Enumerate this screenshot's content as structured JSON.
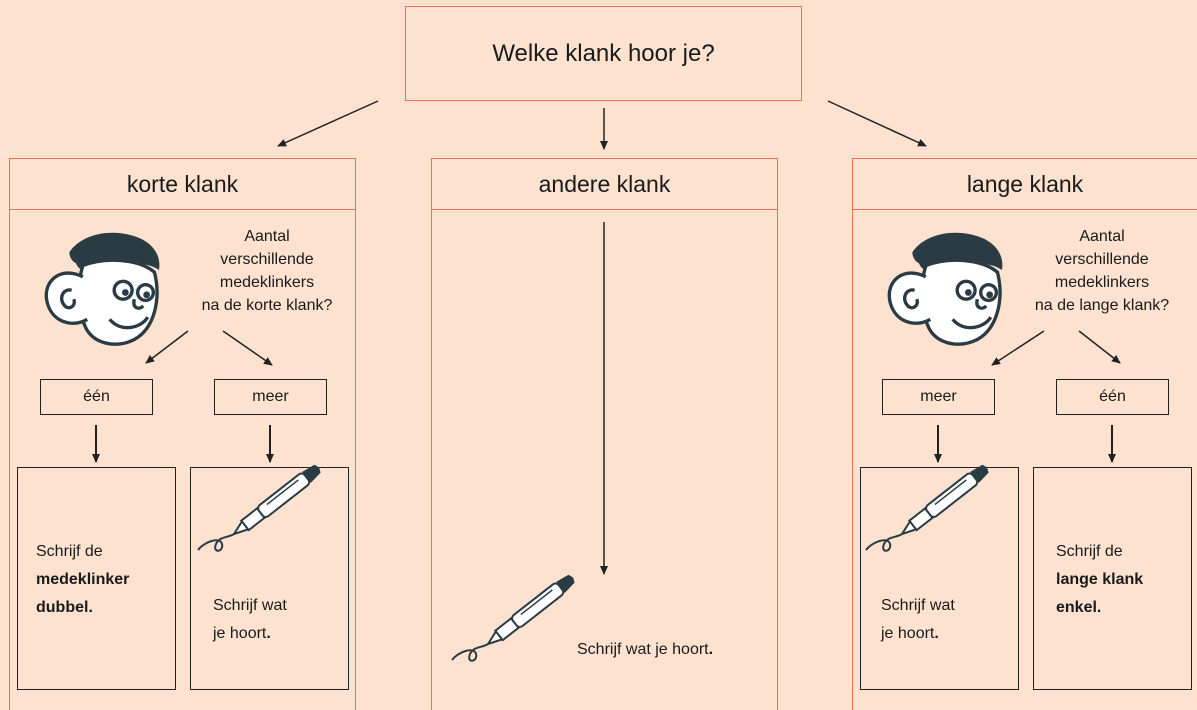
{
  "colors": {
    "background": "#fde2cf",
    "box_border": "#e7715a",
    "inner_border": "#222222",
    "arrow": "#222222",
    "text": "#1a1a1a",
    "pen_ink": "#2a3b44"
  },
  "top": {
    "question": "Welke klank hoor je?"
  },
  "columns": {
    "korte": {
      "heading": "korte klank",
      "question": [
        "Aantal",
        "verschillende",
        "medeklinkers",
        "na de korte klank?"
      ],
      "options": {
        "left": "één",
        "right": "meer"
      },
      "results": {
        "left": {
          "line1": "Schrijf de",
          "line2": "medeklinker",
          "line3": "dubbel."
        },
        "right": {
          "line1": "Schrijf wat",
          "line2_a": "je hoort",
          "line2_b": "."
        }
      },
      "icons": [
        "boy-face-icon",
        "fountain-pen-icon"
      ]
    },
    "andere": {
      "heading": "andere klank",
      "result": {
        "text_a": "Schrijf wat je hoort",
        "text_b": "."
      },
      "icons": [
        "fountain-pen-icon"
      ]
    },
    "lange": {
      "heading": "lange klank",
      "question": [
        "Aantal",
        "verschillende",
        "medeklinkers",
        "na de lange klank?"
      ],
      "options": {
        "left": "meer",
        "right": "één"
      },
      "results": {
        "left": {
          "line1": "Schrijf wat",
          "line2_a": "je hoort",
          "line2_b": "."
        },
        "right": {
          "line1": "Schrijf de",
          "line2": "lange klank",
          "line3": "enkel."
        }
      },
      "icons": [
        "boy-face-icon",
        "fountain-pen-icon"
      ]
    }
  }
}
